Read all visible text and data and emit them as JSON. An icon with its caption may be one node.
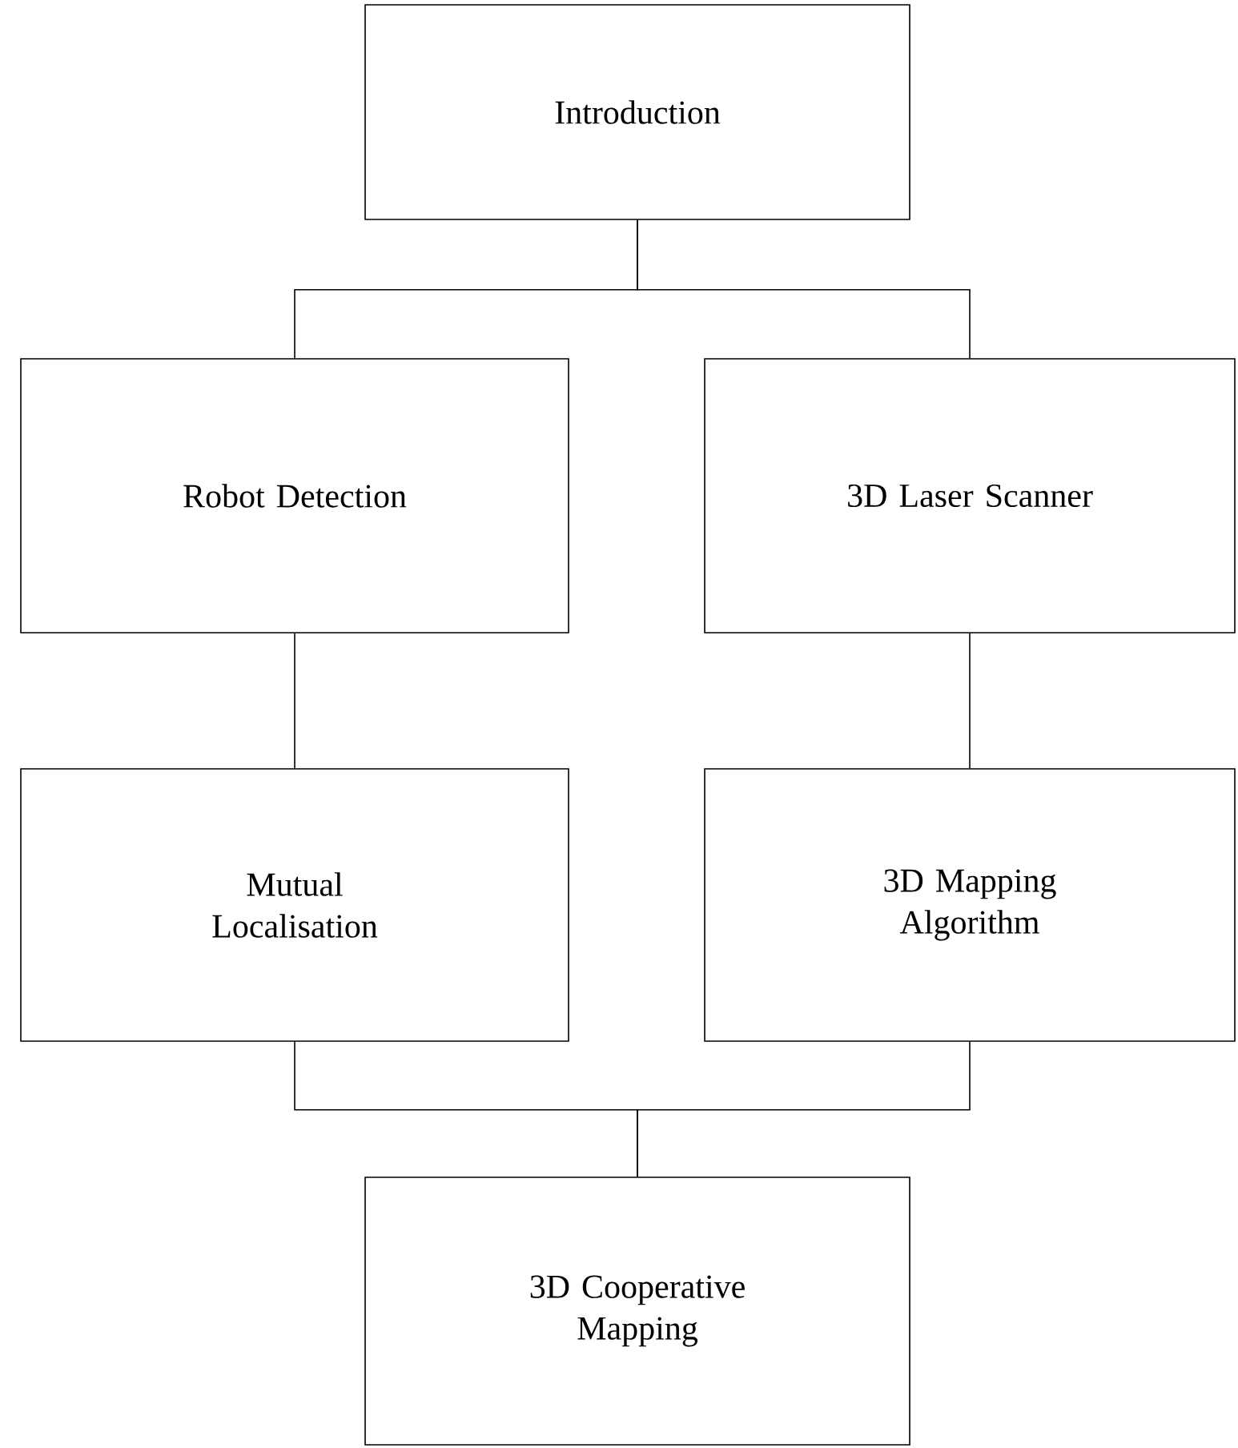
{
  "diagram": {
    "nodes": [
      {
        "text": [
          "Introduction"
        ]
      },
      {
        "text": [
          "Robot Detection"
        ]
      },
      {
        "text": [
          "3D Laser Scanner"
        ]
      },
      {
        "text": [
          "Mutual Localisation"
        ]
      },
      {
        "text": [
          "3D Mapping Algorithm"
        ]
      },
      {
        "text": [
          "3D Cooperative Mapping"
        ]
      }
    ],
    "edges": [
      {
        "from": 0,
        "to": 1,
        "arrow": "none"
      },
      {
        "from": 0,
        "to": 2,
        "arrow": "none"
      },
      {
        "from": 1,
        "to": 3,
        "arrow": "none"
      },
      {
        "from": 2,
        "to": 4,
        "arrow": "none"
      },
      {
        "from": 3,
        "to": 5,
        "arrow": "none"
      },
      {
        "from": 4,
        "to": 5,
        "arrow": "none"
      }
    ]
  }
}
